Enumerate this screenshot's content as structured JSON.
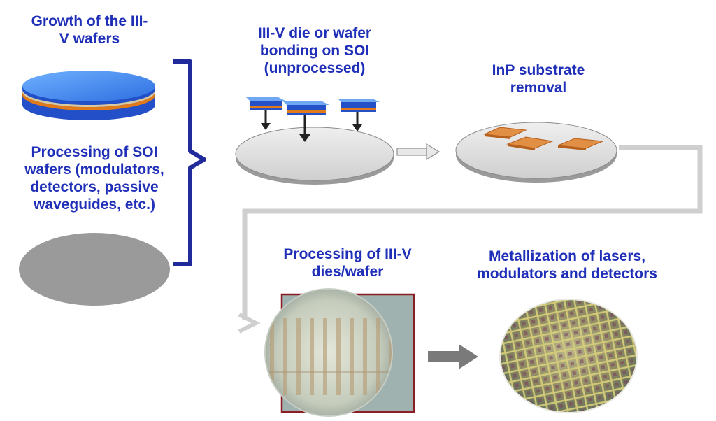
{
  "labels": {
    "growth": "Growth of the III-\nV wafers",
    "soi_processing": "Processing of SOI\nwafers (modulators,\ndetectors, passive\nwaveguides, etc.)",
    "bonding": "III-V die or wafer\nbonding on SOI\n(unprocessed)",
    "removal": "InP substrate\nremoval",
    "iii_v_processing": "Processing of III-V\ndies/wafer",
    "metallization": "Metallization of lasers,\nmodulators and detectors"
  },
  "colors": {
    "label_text": "#1f2fb8",
    "bracket": "#202a9a",
    "wafer_blue": "#2456d8",
    "wafer_orange": "#e07a1a",
    "soi_gray": "#9a9a9a",
    "die_orange": "#d9782c",
    "flow_gray": "#c8c8c8",
    "photo_frame": "#8c1d24"
  }
}
